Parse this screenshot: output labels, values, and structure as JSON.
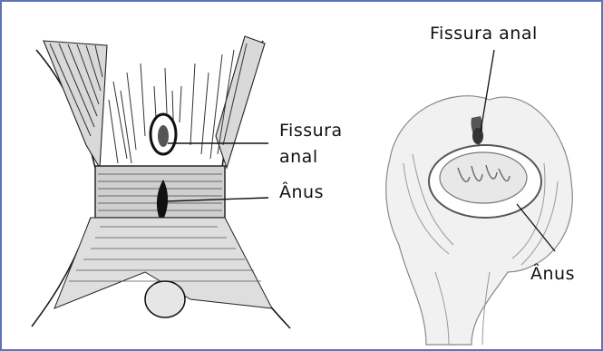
{
  "left_figure": {
    "label_fissura_line1": "Fissura",
    "label_fissura_line2": "anal",
    "label_anus": "Ânus"
  },
  "right_figure": {
    "label_fissura": "Fissura anal",
    "label_anus": "Ânus"
  },
  "colors": {
    "frame_border": "#5b73b8",
    "ink": "#111111"
  }
}
